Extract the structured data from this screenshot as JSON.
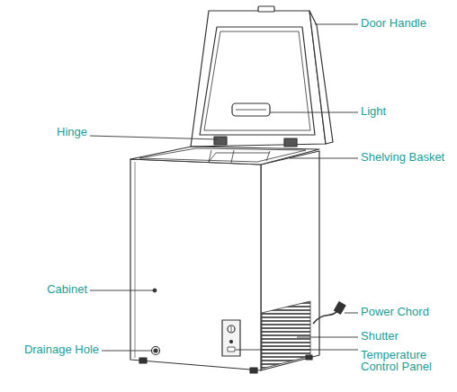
{
  "diagram": {
    "labels": [
      "Door Handle",
      "Light",
      "Hinge",
      "Shelving Basket",
      "Cabinet",
      "Power Chord",
      "Drainage Hole",
      "Shutter",
      "Temperature Control Panel"
    ]
  }
}
